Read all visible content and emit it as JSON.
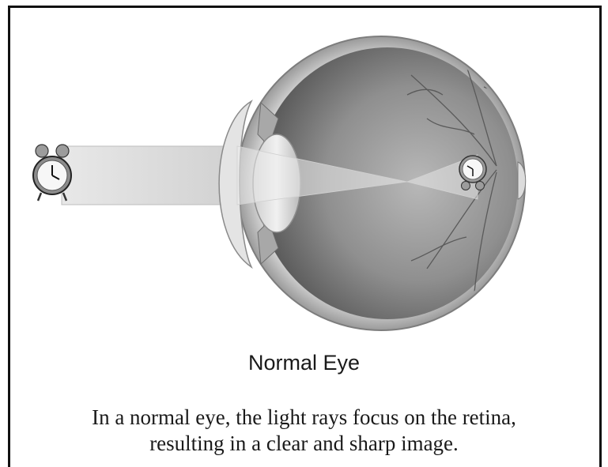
{
  "figure": {
    "title": "Normal Eye",
    "caption_lines": [
      "In a normal eye, the light rays focus on the retina,",
      "resulting in a clear and sharp image."
    ]
  },
  "icons": {
    "object": "alarm-clock-icon",
    "image": "inverted-clock-image-icon"
  }
}
